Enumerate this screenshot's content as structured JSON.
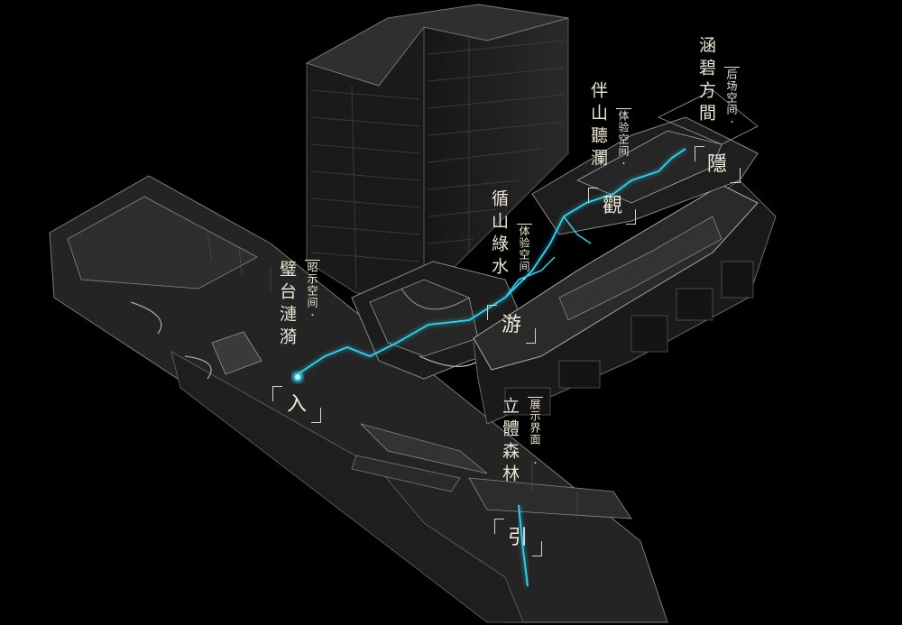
{
  "labels": [
    {
      "id": "entry",
      "title": "璧台漣漪",
      "tag": "昭示空间",
      "dot": "·",
      "key": "入"
    },
    {
      "id": "lead",
      "title": "立體森林",
      "tag": "展示界面",
      "dot": "·",
      "key": "引"
    },
    {
      "id": "roam",
      "title": "循山綠水",
      "tag": "体验空间",
      "dot": "·",
      "key": "游"
    },
    {
      "id": "view",
      "title": "伴山聽瀾",
      "tag": "体验空间",
      "dot": "·",
      "key": "觀"
    },
    {
      "id": "hide",
      "title": "涵碧方間",
      "tag": "后场空间",
      "dot": "·",
      "key": "隱"
    }
  ],
  "colors": {
    "background": "#000000",
    "path": "#2fd4f0",
    "massing": "#2b2b2b",
    "edge": "#8a8a8a",
    "text": "#ece5d5"
  }
}
